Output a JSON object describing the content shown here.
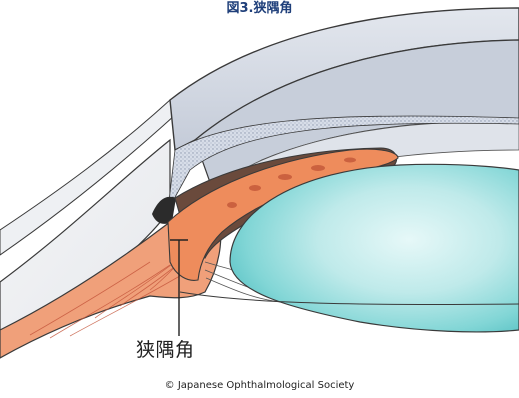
{
  "figure": {
    "title": "図3.狭隅角"
  },
  "labels": {
    "narrow_angle": "狭隅角"
  },
  "footer": {
    "copyright": "© Japanese Ophthalmological Society"
  },
  "colors": {
    "title_text": "#1f3f7a",
    "cornea_outer": "#cdd4e0",
    "cornea_inner": "#b9c1d1",
    "anterior_chamber": "#dde2ea",
    "sclera": "#f2f3f5",
    "iris_brown": "#6a4a3c",
    "iris_orange": "#ee8f5e",
    "ciliary_body": "#f4a37a",
    "lens_outer": "#6fcfcf",
    "lens_inner": "#cfeff0",
    "outline": "#3a3a3a"
  }
}
